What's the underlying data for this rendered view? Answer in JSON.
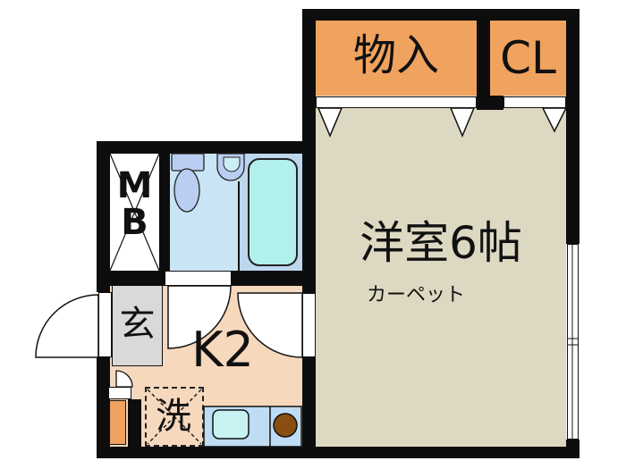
{
  "plan": {
    "type": "apartment-floorplan",
    "rooms": {
      "storage": {
        "label": "物入",
        "color": "#F0A25F"
      },
      "closet": {
        "label": "CL",
        "color": "#F0A25F"
      },
      "western_room": {
        "label": "洋室6帖",
        "note": "カーペット",
        "color": "#DDD8C2"
      },
      "kitchen": {
        "label": "K2",
        "color": "#F6D8BD"
      },
      "entrance": {
        "label": "玄",
        "color": "#D9D9D9"
      },
      "meter_box": {
        "label_line1": "M",
        "label_line2": "B",
        "color": "#FFFFFF"
      },
      "washer_space": {
        "label": "洗"
      },
      "bathroom": {
        "color": "#C9E4F5"
      }
    },
    "fixtures": [
      "toilet",
      "wash-basin",
      "bathtub",
      "kitchen-sink",
      "stove-burner",
      "washing-machine-space",
      "pipe-space",
      "meter-box"
    ],
    "colors": {
      "wall": "#0D0D0D",
      "fixture_blue": "#B9CEF1",
      "bathtub_cyan": "#B2F0EE",
      "basin_cyan": "#C9EFF5",
      "counter_blue": "#BEDCF3",
      "kitchen_sink_cyan": "#C6F3F1",
      "burner_brown": "#8A4D12",
      "accent_orange": "#F0A25F",
      "background": "#FFFFFF"
    }
  }
}
